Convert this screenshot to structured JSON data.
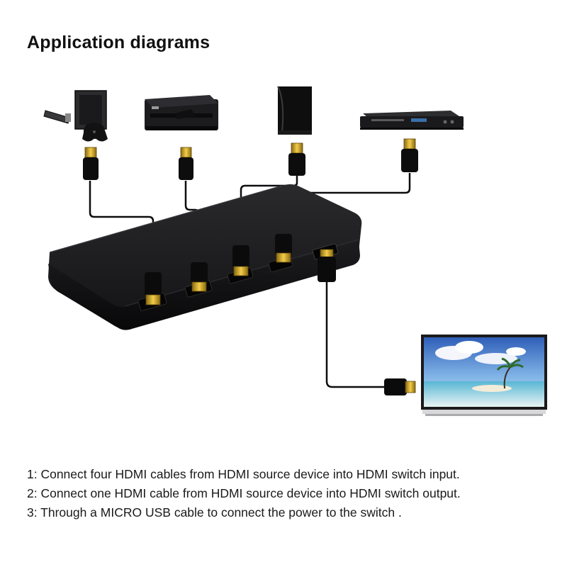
{
  "title": "Application diagrams",
  "devices": {
    "sources": [
      {
        "name": "game-console-xbox-icon"
      },
      {
        "name": "set-top-box-icon"
      },
      {
        "name": "game-console-ps3-icon"
      },
      {
        "name": "dvd-player-icon"
      }
    ],
    "switch": {
      "name": "hdmi-switch-icon",
      "color": "#1b1b1d"
    },
    "display": {
      "name": "tv-display-icon"
    }
  },
  "colors": {
    "cable": "#0d0d0d",
    "plug_metal": "#d4a017",
    "body_dark": "#161618"
  },
  "notes": [
    "1: Connect four HDMI cables from HDMI source device into HDMI switch input.",
    "2: Connect one HDMI cable from HDMI source device into HDMI switch output.",
    "3: Through a MICRO USB cable to connect the power to the switch ."
  ]
}
